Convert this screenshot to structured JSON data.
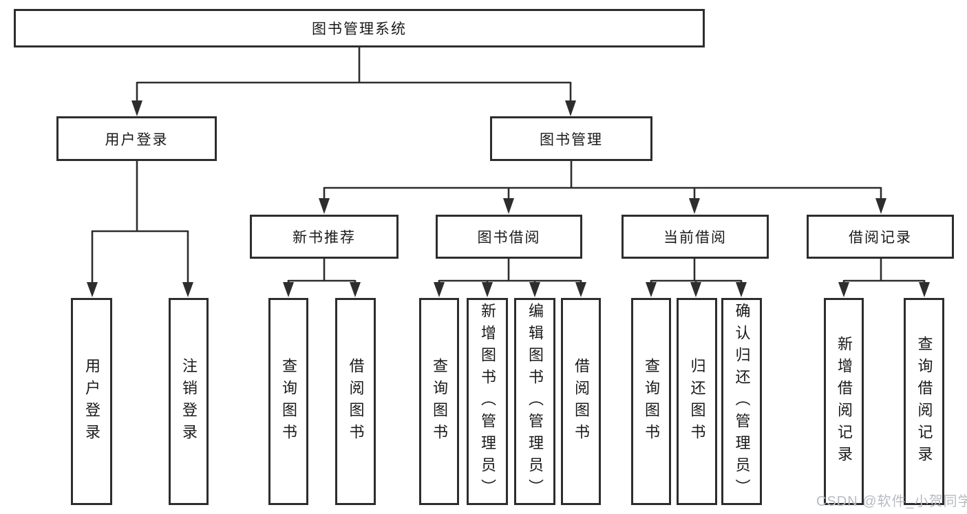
{
  "diagram": {
    "root": {
      "label": "图书管理系统"
    },
    "user_login": {
      "label": "用户登录",
      "children": [
        {
          "label": "用户登录"
        },
        {
          "label": "注销登录"
        }
      ]
    },
    "book_management": {
      "label": "图书管理",
      "sections": [
        {
          "label": "新书推荐",
          "children": [
            {
              "label": "查询图书"
            },
            {
              "label": "借阅图书"
            }
          ]
        },
        {
          "label": "图书借阅",
          "children": [
            {
              "label": "查询图书"
            },
            {
              "label": "新增图书（管理员）"
            },
            {
              "label": "编辑图书（管理员）"
            },
            {
              "label": "借阅图书"
            }
          ]
        },
        {
          "label": "当前借阅",
          "children": [
            {
              "label": "查询图书"
            },
            {
              "label": "归还图书"
            },
            {
              "label": "确认归还（管理员）"
            }
          ]
        },
        {
          "label": "借阅记录",
          "children": [
            {
              "label": "新增借阅记录"
            },
            {
              "label": "查询借阅记录"
            }
          ]
        }
      ]
    },
    "watermark": {
      "text": "CSDN @软件_小贺同学"
    },
    "colors": {
      "line": "#2d2d2d",
      "border": "#2d2d2d",
      "text": "#1a1a1a",
      "watermark": "#b7bbc2",
      "background": "#ffffff"
    }
  }
}
